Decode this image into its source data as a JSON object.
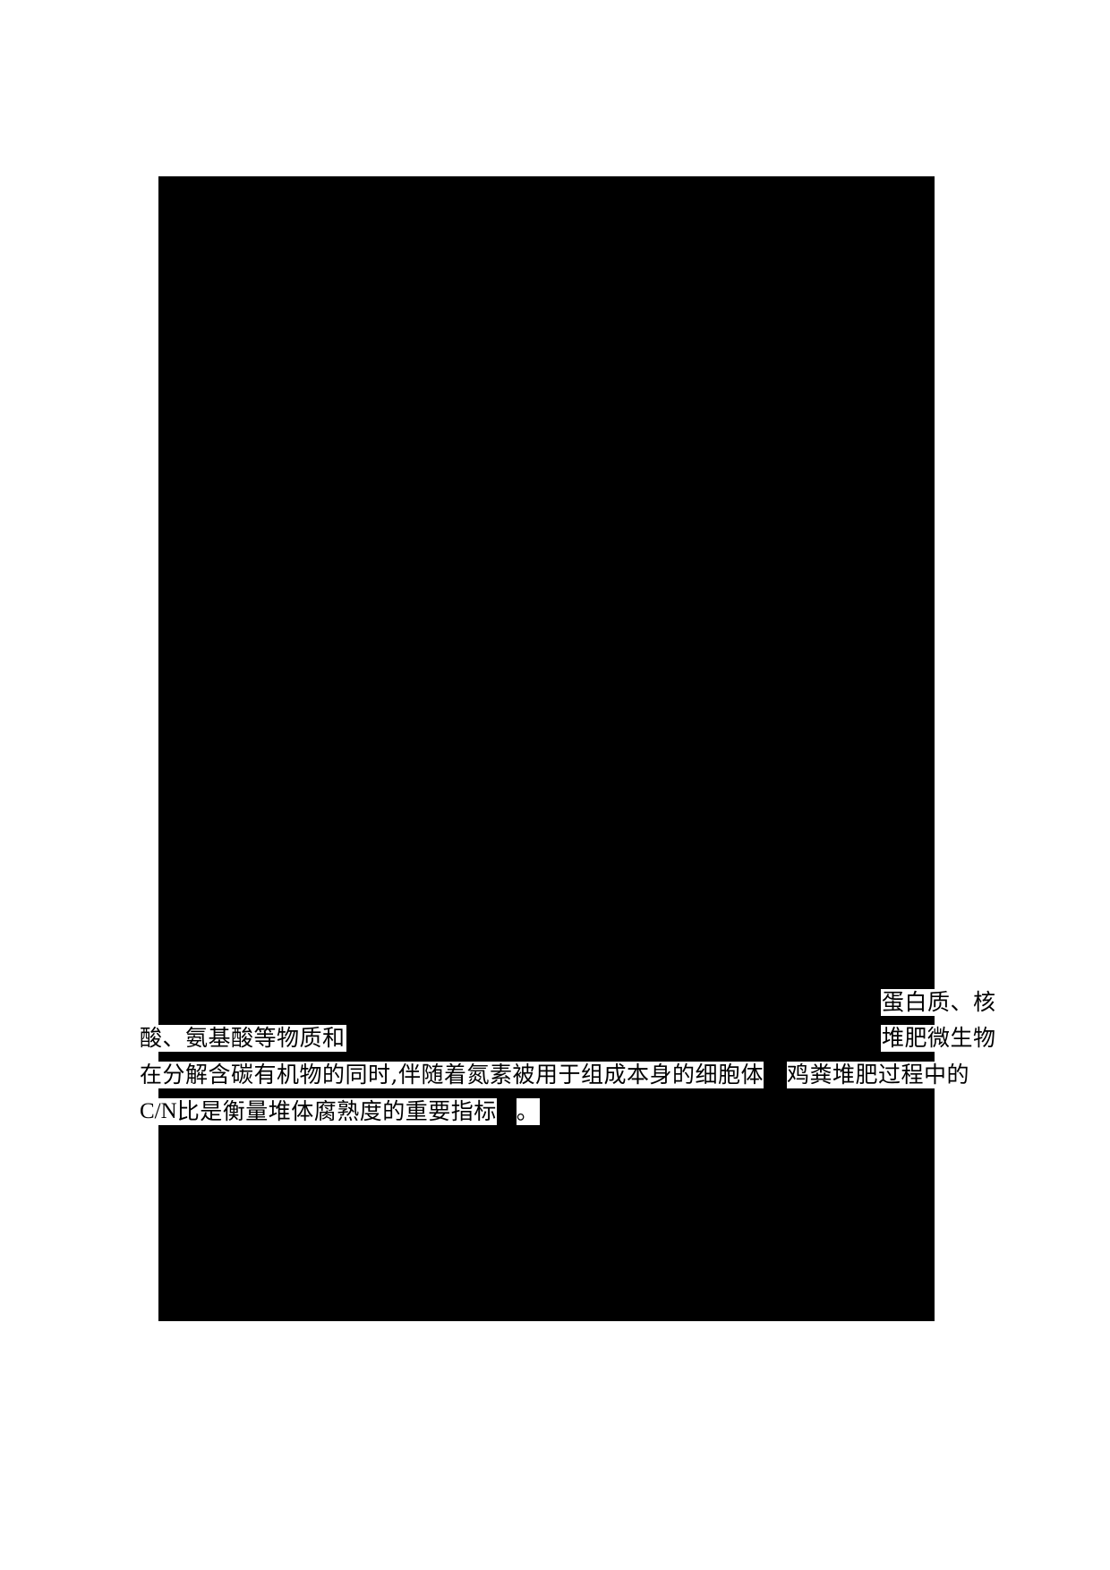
{
  "document": {
    "type": "redacted-scanned-page",
    "page_background_color": "#ffffff",
    "redaction_color": "#000000",
    "text_color": "#000000",
    "highlight_color": "#ffffff",
    "language": "zh-CN",
    "description": "Scanned academic page with nearly all body content blacked out; only four partial lines of Chinese text remain visible."
  },
  "visible_text": {
    "line_1": {
      "segments": [
        {
          "text": "蛋白质、核",
          "script": "han"
        }
      ]
    },
    "line_2": {
      "segments": [
        {
          "text": "酸、氨基酸等物质和",
          "script": "han"
        },
        {
          "text": "堆肥微生物",
          "script": "han"
        }
      ]
    },
    "line_3": {
      "segments": [
        {
          "text": "在分解含碳有机物的同时,伴随着氮素被用于组成本身的细胞体",
          "script": "han"
        },
        {
          "text": "鸡粪堆肥过程中的",
          "script": "han"
        }
      ]
    },
    "line_4": {
      "segments": [
        {
          "text": "C/N",
          "script": "latin"
        },
        {
          "text": " 比是衡量堆体腐熟度的重要指标",
          "script": "han"
        },
        {
          "text": "。",
          "script": "han"
        }
      ]
    }
  },
  "full_readable_text": "蛋白质、核酸、氨基酸等物质和堆肥微生物在分解含碳有机物的同时,伴随着氮素被用于组成本身的细胞体。鸡粪堆肥过程中的 C/N 比是衡量堆体腐熟度的重要指标。"
}
